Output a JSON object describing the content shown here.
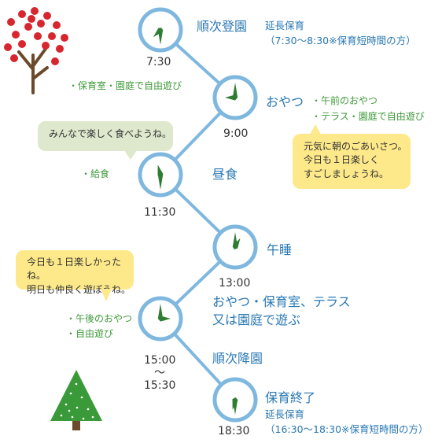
{
  "colors": {
    "line": "#7fb8df",
    "clock_ring": "#7fb8df",
    "clock_hand": "#2e7d32",
    "event_text": "#2a78b4",
    "note_text": "#3f9a3a",
    "bubble_gray": "#dde8cc",
    "bubble_yellow": "#fde98a",
    "apple_red": "#d7262e",
    "tree_green": "#3a9a3a",
    "trunk_brown": "#6b4a2b"
  },
  "schedule": [
    {
      "time": "7:30",
      "event": "順次登園",
      "sub_label": "延長保育",
      "sub_detail": "（7:30〜8:30※保育短時間の方）",
      "hour": 7,
      "minute": 30,
      "notes": [
        "・保育室・園庭で自由遊び"
      ]
    },
    {
      "time": "9:00",
      "event": "おやつ",
      "hour": 9,
      "minute": 0,
      "notes": [
        "・午前のおやつ",
        "・テラス・園庭で自由遊び"
      ]
    },
    {
      "time": "11:30",
      "event": "昼食",
      "hour": 11,
      "minute": 30,
      "notes": [
        "・給食"
      ]
    },
    {
      "time": "13:00",
      "event": "午睡",
      "hour": 13,
      "minute": 0,
      "notes": []
    },
    {
      "time": "15:00",
      "time_tilde": "〜",
      "time_end": "15:30",
      "event_line1": "おやつ・保育室、テラス",
      "event_line2": "又は園庭で遊ぶ",
      "event_after": "順次降園",
      "hour": 15,
      "minute": 0,
      "notes": [
        "・午後のおやつ",
        "・自由遊び"
      ]
    },
    {
      "time": "18:30",
      "event": "保育終了",
      "sub_label": "延長保育",
      "sub_detail": "（16:30〜18:30※保育短時間の方）",
      "hour": 18,
      "minute": 30,
      "notes": []
    }
  ],
  "bubbles": {
    "lunch": "みんなで楽しく食べようね。",
    "morning": [
      "元気に朝のごあいさつ。",
      "今日も１日楽しく",
      "すごしましょうね。"
    ],
    "afternoon": [
      "今日も１日楽しかったね。",
      "明日も仲良く遊ぼうね。"
    ]
  },
  "decorations": {
    "top_left": "apple-tree-icon",
    "bottom_left": "pine-tree-icon",
    "clock": "clock-icon"
  }
}
